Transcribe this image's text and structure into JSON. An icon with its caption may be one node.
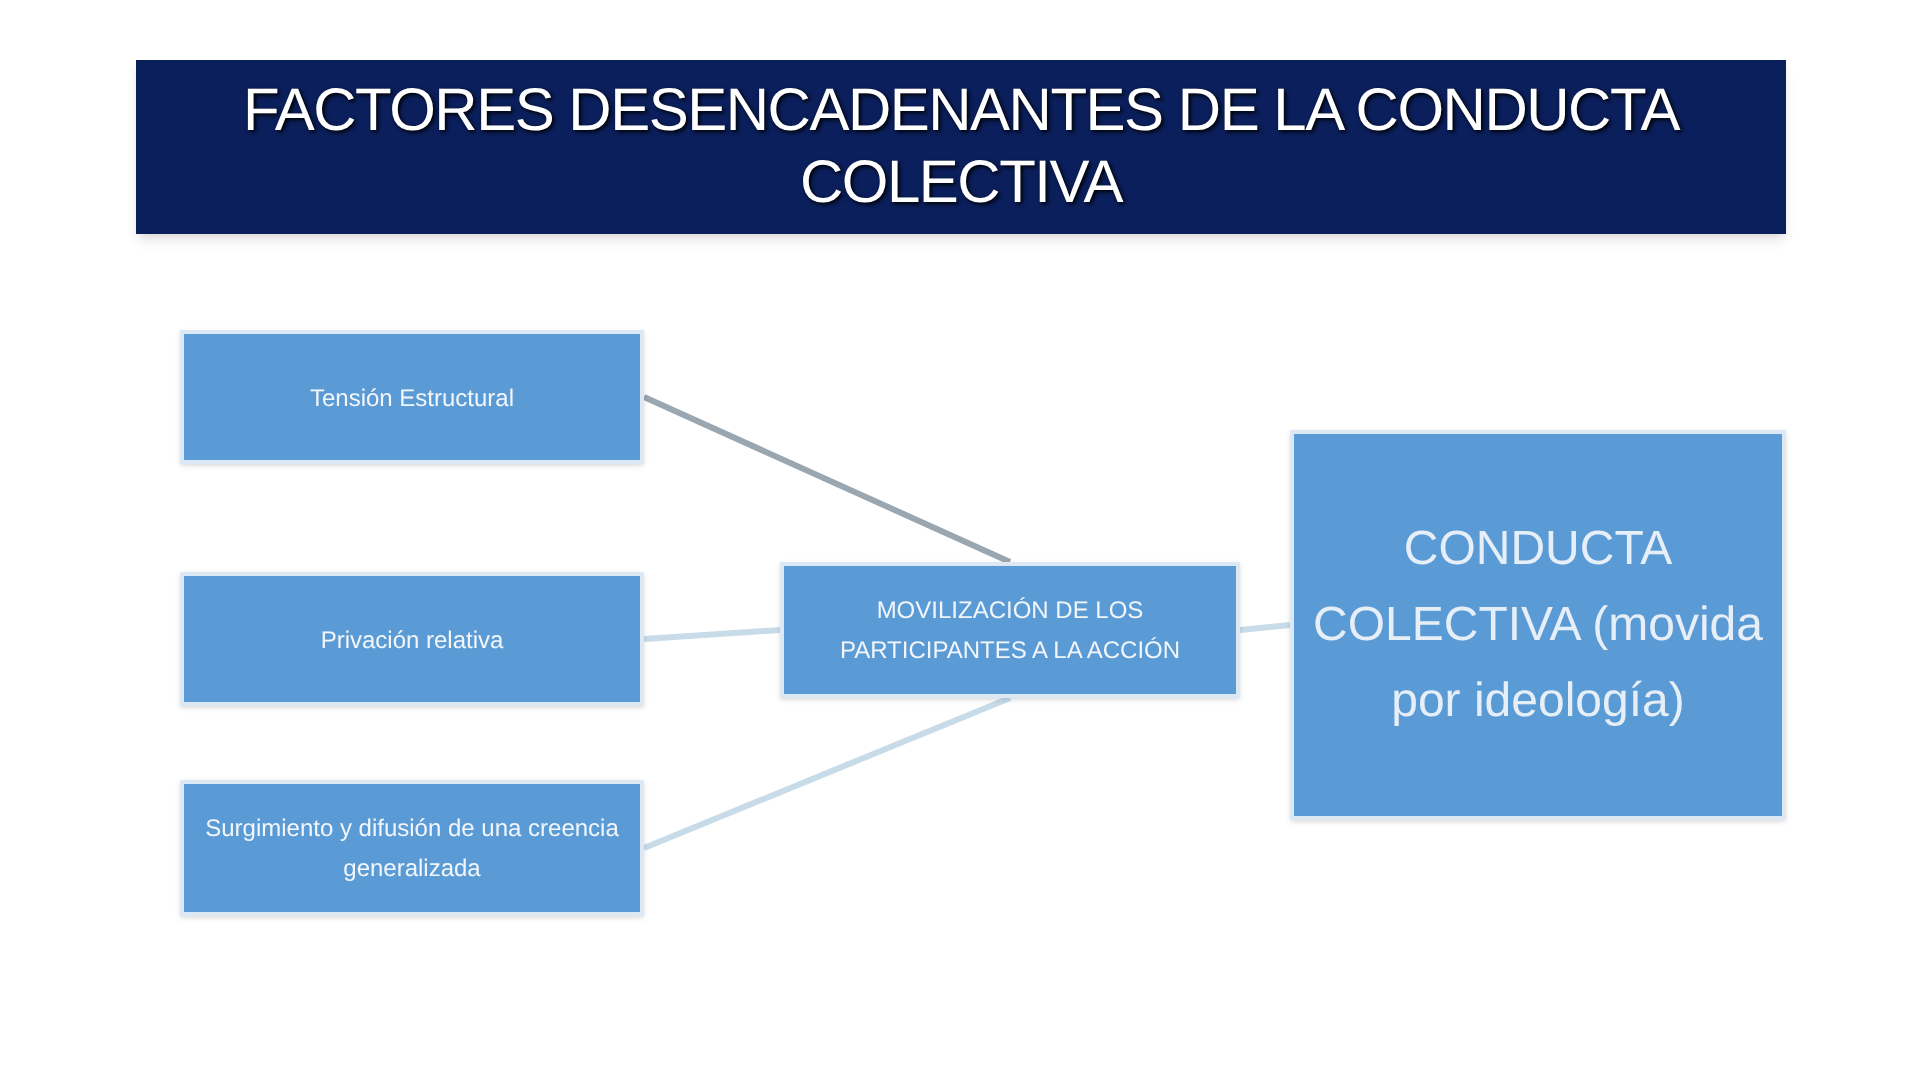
{
  "diagram": {
    "title": "FACTORES DESENCADENANTES DE LA CONDUCTA COLECTIVA",
    "nodes": [
      {
        "text": [
          "Tensión Estructural"
        ]
      },
      {
        "text": [
          "Privación relativa"
        ]
      },
      {
        "text": [
          "Surgimiento y difusión de una creencia generalizada"
        ]
      },
      {
        "text": [
          "MOVILIZACIÓN DE LOS PARTICIPANTES A LA ACCIÓN"
        ]
      },
      {
        "text": [
          "CONDUCTA COLECTIVA (movida por ideología)"
        ]
      }
    ],
    "edges": [
      {
        "from": 0,
        "to": 3,
        "arrow": "none",
        "color": "#9aa6b0"
      },
      {
        "from": 1,
        "to": 3,
        "arrow": "none"
      },
      {
        "from": 2,
        "to": 3,
        "arrow": "none"
      },
      {
        "from": 3,
        "to": 4,
        "arrow": "none"
      }
    ]
  }
}
